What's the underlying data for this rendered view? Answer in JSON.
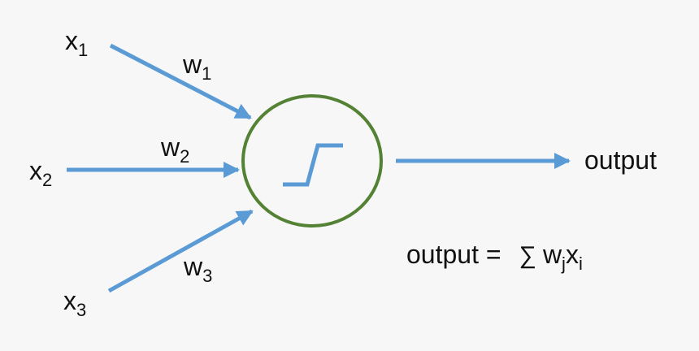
{
  "colors": {
    "background": "#f7f7f7",
    "arrow": "#5b9bd5",
    "neuron_border": "#548235",
    "text": "#111111"
  },
  "inputs": [
    {
      "symbol": "x",
      "index": "1"
    },
    {
      "symbol": "x",
      "index": "2"
    },
    {
      "symbol": "x",
      "index": "3"
    }
  ],
  "weights": [
    {
      "symbol": "w",
      "index": "1"
    },
    {
      "symbol": "w",
      "index": "2"
    },
    {
      "symbol": "w",
      "index": "3"
    }
  ],
  "neuron": {
    "activation_icon": "step-function-icon"
  },
  "output": {
    "label": "output"
  },
  "formula": {
    "lhs": "output =",
    "sum_symbol": "∑",
    "term_w": "w",
    "term_w_index": "j",
    "term_x": "x",
    "term_x_index": "i"
  }
}
